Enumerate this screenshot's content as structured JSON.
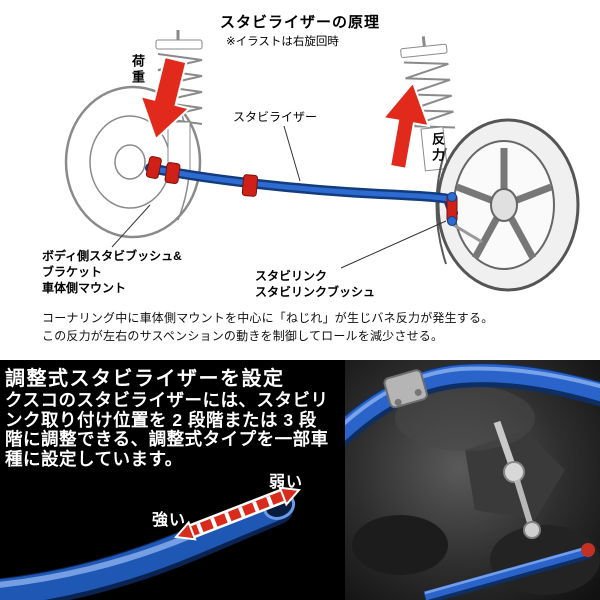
{
  "top": {
    "title": "スタビライザーの原理",
    "note": "※イラストは右旋回時",
    "labels": {
      "stabilizer": "スタビライザー",
      "load": "荷重",
      "reaction": "反力",
      "body_side": "ボディ側スタビブッシュ&\nブラケット\n車体側マウント",
      "stabi_link": "スタビリンク\nスタビリンクブッシュ"
    },
    "description_line1": "コーナリング中に車体側マウントを中心に「ねじれ」が生じバネ反力が発生する。",
    "description_line2": "この反力が左右のサスペンションの動きを制御してロールを減少させる。"
  },
  "bottom": {
    "title": "調整式スタビライザーを設定",
    "body": "クスコのスタビライザーには、スタビリ\nンク取り付け位置を 2 段階または 3 段\n階に調整できる、調整式タイプを一部車\n種に設定しています。",
    "labels": {
      "strong": "強い",
      "weak": "弱い"
    }
  },
  "colors": {
    "stabilizer_blue": "#1f57b5",
    "stabilizer_blue_dark": "#123c7e",
    "stabilizer_blue_highlight": "#7fa6e8",
    "arrow_red": "#d92b1c",
    "bracket_red": "#cf2118",
    "panel_black": "#000000",
    "line_gray": "#8a8a8a"
  }
}
